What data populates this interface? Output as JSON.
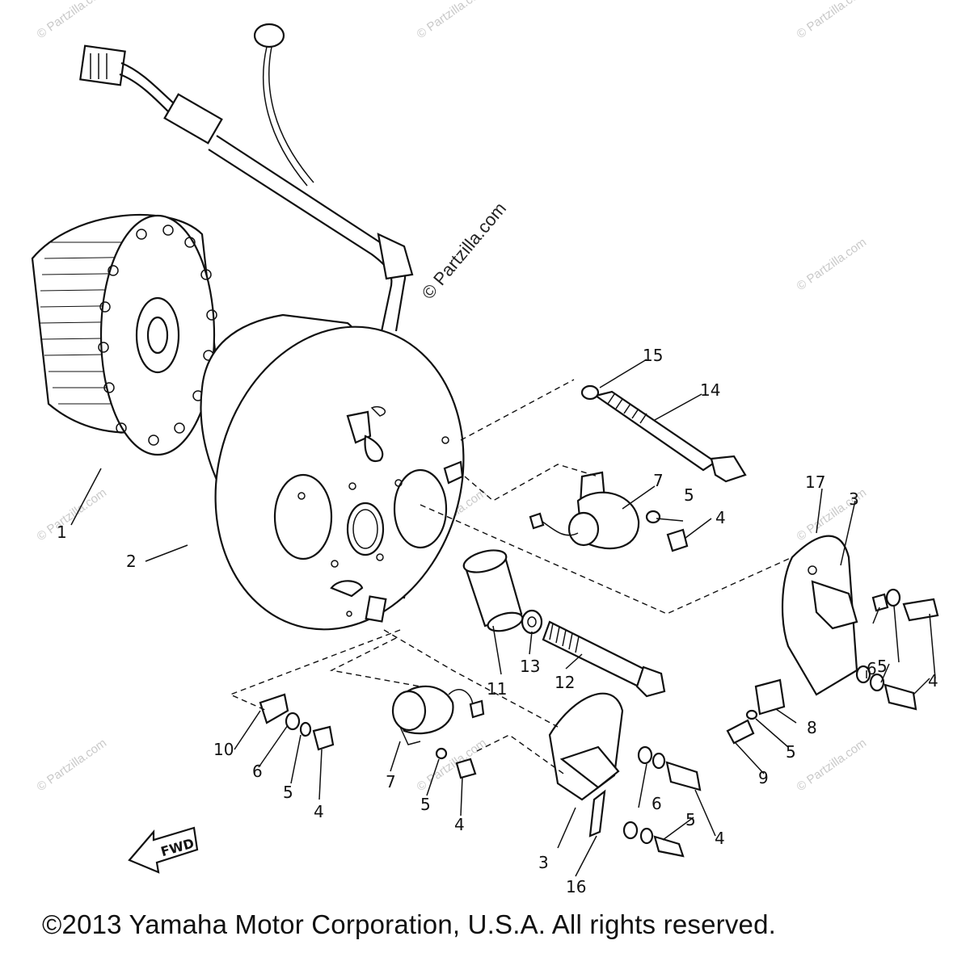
{
  "watermark": "© Partzilla.com",
  "watermark_main": "© Partzilla.com",
  "fwd_label": "FWD",
  "callouts": [
    "1",
    "2",
    "3",
    "3",
    "4",
    "4",
    "4",
    "4",
    "4",
    "5",
    "5",
    "5",
    "5",
    "5",
    "5",
    "6",
    "6",
    "6",
    "7",
    "7",
    "8",
    "9",
    "10",
    "11",
    "12",
    "13",
    "14",
    "15",
    "16",
    "17"
  ],
  "footer": {
    "copyright": "©2013 Yamaha Motor Corporation, U.S.A. All rights reserved."
  }
}
